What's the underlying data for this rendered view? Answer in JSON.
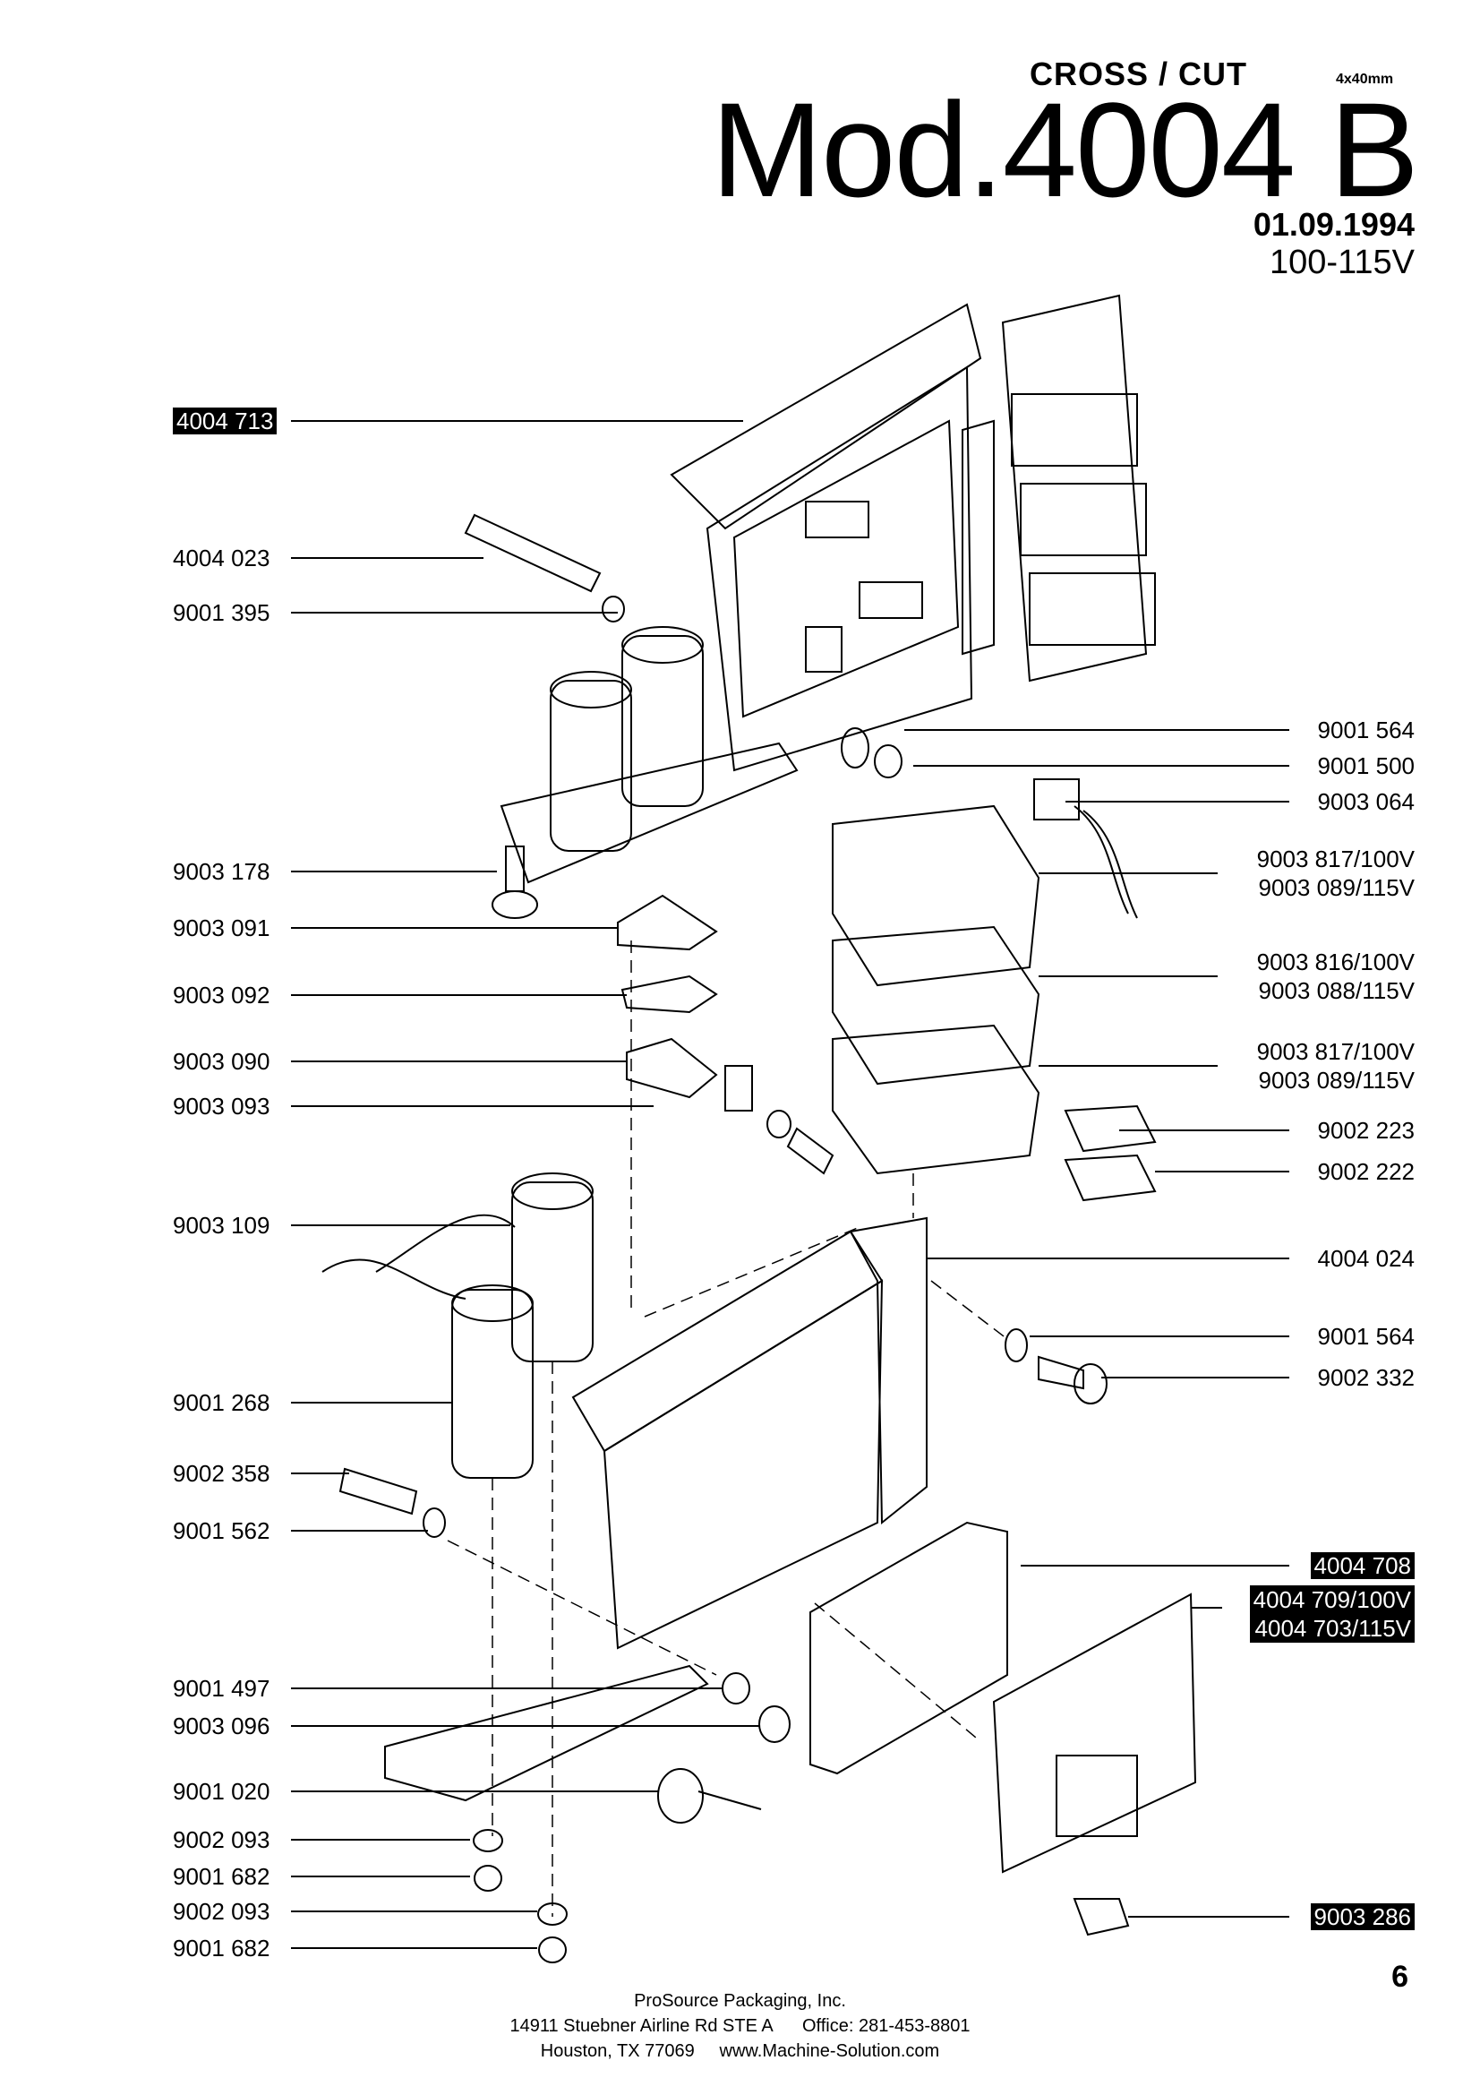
{
  "header": {
    "type_label": "CROSS  / CUT",
    "size_label": "4x40mm",
    "model": "Mod.4004 B",
    "date": "01.09.1994",
    "voltage": "100-115V"
  },
  "parts_left": [
    {
      "id": "4004 713",
      "highlight": true
    },
    {
      "id": "4004 023",
      "highlight": false
    },
    {
      "id": "9001 395",
      "highlight": false
    },
    {
      "id": "9003 178",
      "highlight": false
    },
    {
      "id": "9003 091",
      "highlight": false
    },
    {
      "id": "9003 092",
      "highlight": false
    },
    {
      "id": "9003 090",
      "highlight": false
    },
    {
      "id": "9003 093",
      "highlight": false
    },
    {
      "id": "9003 109",
      "highlight": false
    },
    {
      "id": "9001 268",
      "highlight": false
    },
    {
      "id": "9002 358",
      "highlight": false
    },
    {
      "id": "9001 562",
      "highlight": false
    },
    {
      "id": "9001 497",
      "highlight": false
    },
    {
      "id": "9003 096",
      "highlight": false
    },
    {
      "id": "9001 020",
      "highlight": false
    },
    {
      "id": "9002 093",
      "highlight": false
    },
    {
      "id": "9001 682",
      "highlight": false
    },
    {
      "id": "9002 093",
      "highlight": false
    },
    {
      "id": "9001 682",
      "highlight": false
    }
  ],
  "parts_right": [
    {
      "id": "9001 564",
      "highlight": false
    },
    {
      "id": "9001 500",
      "highlight": false
    },
    {
      "id": "9003 064",
      "highlight": false
    },
    {
      "id": "9003 817/100V",
      "id2": "9003 089/115V",
      "highlight": false
    },
    {
      "id": "9003 816/100V",
      "id2": "9003 088/115V",
      "highlight": false
    },
    {
      "id": "9003 817/100V",
      "id2": "9003 089/115V",
      "highlight": false
    },
    {
      "id": "9002 223",
      "highlight": false
    },
    {
      "id": "9002 222",
      "highlight": false
    },
    {
      "id": "4004 024",
      "highlight": false
    },
    {
      "id": "9001 564",
      "highlight": false
    },
    {
      "id": "9002 332",
      "highlight": false
    },
    {
      "id": "4004 708",
      "highlight": true
    },
    {
      "id": "4004 709/100V",
      "id2": "4004 703/115V",
      "highlight": true
    },
    {
      "id": "9003 286",
      "highlight": true
    }
  ],
  "page_number": "6",
  "footer": {
    "company": "ProSource Packaging, Inc.",
    "address_line": "14911 Stuebner Airline Rd STE A      Office: 281-453-8801",
    "city_line": "Houston, TX 77069     www.Machine-Solution.com"
  }
}
